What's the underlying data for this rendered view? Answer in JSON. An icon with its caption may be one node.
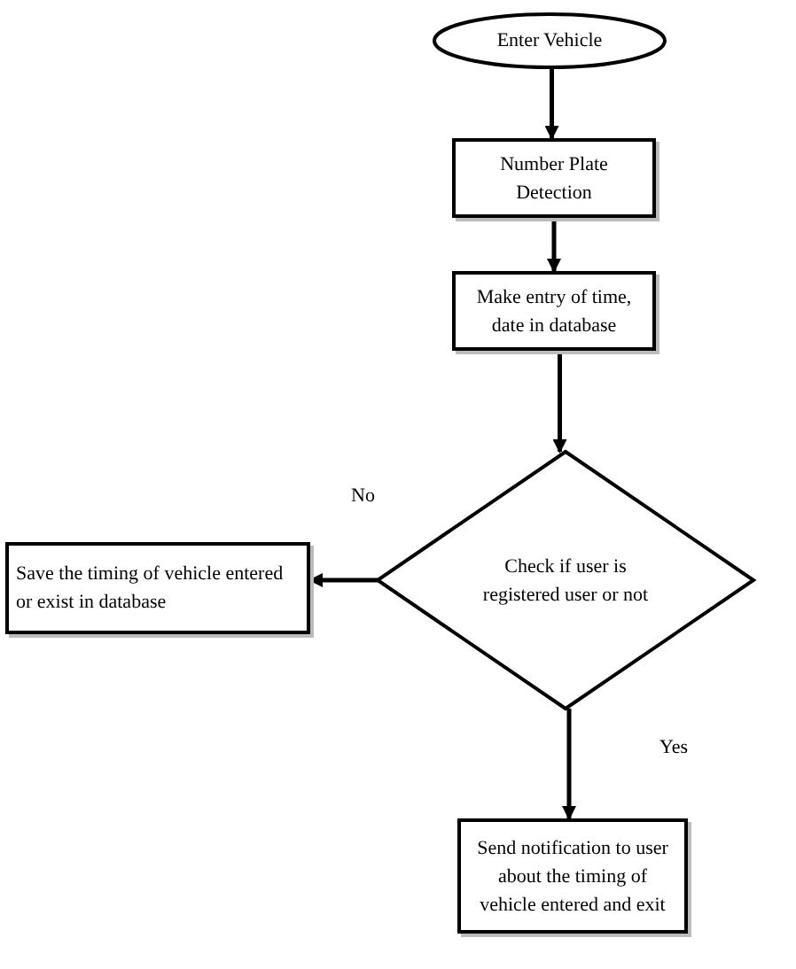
{
  "diagram": {
    "nodes": [
      {
        "text": [
          "Enter Vehicle"
        ]
      },
      {
        "text": [
          "Number Plate Detection"
        ]
      },
      {
        "text": [
          "Make entry of time, date in database"
        ]
      },
      {
        "text": [
          "Check if user is registered user or not"
        ]
      },
      {
        "text": [
          "Save the timing of vehicle entered or exist in database"
        ]
      },
      {
        "text": [
          "Send notification to user about the timing of vehicle entered and exit"
        ]
      }
    ],
    "edges": [
      {
        "from": 0,
        "to": 1,
        "arrow": "to"
      },
      {
        "from": 1,
        "to": 2,
        "arrow": "to"
      },
      {
        "from": 2,
        "to": 3,
        "arrow": "to"
      },
      {
        "from": 3,
        "to": 4,
        "arrow": "to",
        "label": "No"
      },
      {
        "from": 3,
        "to": 5,
        "arrow": "to",
        "label": "Yes"
      }
    ]
  }
}
